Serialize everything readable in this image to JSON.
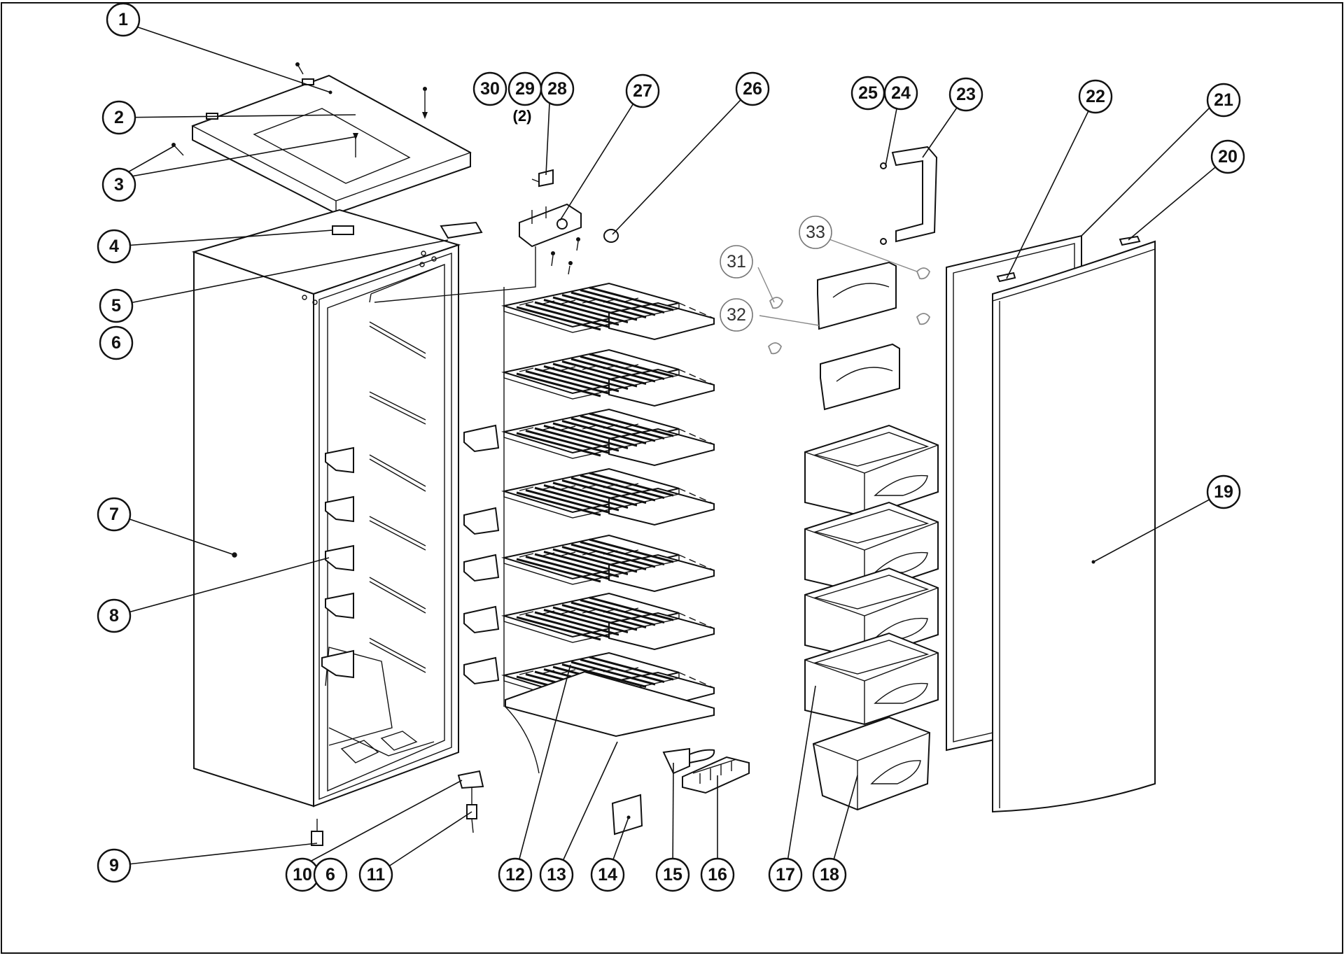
{
  "callouts": [
    {
      "id": "c1",
      "text": "1"
    },
    {
      "id": "c2",
      "text": "2"
    },
    {
      "id": "c3",
      "text": "3"
    },
    {
      "id": "c4",
      "text": "4"
    },
    {
      "id": "c5",
      "text": "5"
    },
    {
      "id": "c6a",
      "text": "6"
    },
    {
      "id": "c7",
      "text": "7"
    },
    {
      "id": "c8",
      "text": "8"
    },
    {
      "id": "c9",
      "text": "9"
    },
    {
      "id": "c10",
      "text": "10"
    },
    {
      "id": "c6b",
      "text": "6"
    },
    {
      "id": "c11",
      "text": "11"
    },
    {
      "id": "c12",
      "text": "12"
    },
    {
      "id": "c13",
      "text": "13"
    },
    {
      "id": "c14",
      "text": "14"
    },
    {
      "id": "c15",
      "text": "15"
    },
    {
      "id": "c16",
      "text": "16"
    },
    {
      "id": "c17",
      "text": "17"
    },
    {
      "id": "c18",
      "text": "18"
    },
    {
      "id": "c19",
      "text": "19"
    },
    {
      "id": "c20",
      "text": "20"
    },
    {
      "id": "c21",
      "text": "21"
    },
    {
      "id": "c22",
      "text": "22"
    },
    {
      "id": "c23",
      "text": "23"
    },
    {
      "id": "c24",
      "text": "24"
    },
    {
      "id": "c25",
      "text": "25"
    },
    {
      "id": "c26",
      "text": "26"
    },
    {
      "id": "c27",
      "text": "27"
    },
    {
      "id": "c28",
      "text": "28"
    },
    {
      "id": "c29",
      "text": "29"
    },
    {
      "id": "c30",
      "text": "30"
    },
    {
      "id": "c31",
      "text": "31"
    },
    {
      "id": "c32",
      "text": "32"
    },
    {
      "id": "c33",
      "text": "33"
    }
  ],
  "notes": {
    "qty_28_30": "(2)"
  }
}
